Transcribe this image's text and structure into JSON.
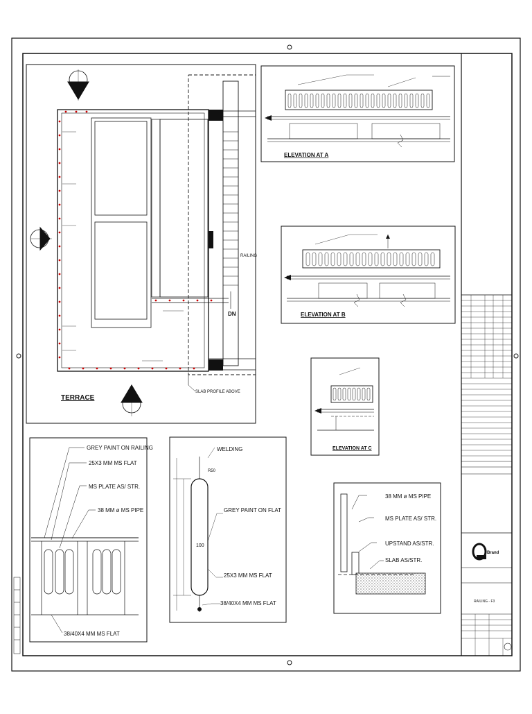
{
  "plan": {
    "terrace_label": "TERRACE",
    "slab_profile_label": "SLAB PROFILE ABOVE",
    "railing_label": "RAILING",
    "dn_label": "DN"
  },
  "elevations": {
    "a": "ELEVATION AT A",
    "b": "ELEVATION AT B",
    "c": "ELEVATION AT C"
  },
  "detail_railing": {
    "grey_paint": "GREY PAINT ON RAILING",
    "flat_25x3": "25X3 MM MS FLAT",
    "ms_plate": "MS PLATE AS/ STR.",
    "pipe_38": "38 MM ø MS PIPE",
    "flat_38x40": "38/40X4 MM MS FLAT"
  },
  "detail_baluster": {
    "welding": "WELDING",
    "grey_paint_flat": "GREY PAINT ON FLAT",
    "flat_25x3": "25X3 MM MS FLAT",
    "flat_38x40": "38/40X4 MM MS FLAT",
    "dim_100": "100",
    "dim_r50": "R50"
  },
  "detail_upstand": {
    "pipe_38": "38 MM ø MS PIPE",
    "ms_plate": "MS PLATE AS/ STR.",
    "upstand": "UPSTAND AS/STR.",
    "slab": "SLAB AS/STR."
  },
  "title_block": {
    "logo_text": "Brand",
    "drawing_title": "RAILING - F3"
  },
  "colors": {
    "line": "#111111",
    "marker": "#cc0000"
  }
}
